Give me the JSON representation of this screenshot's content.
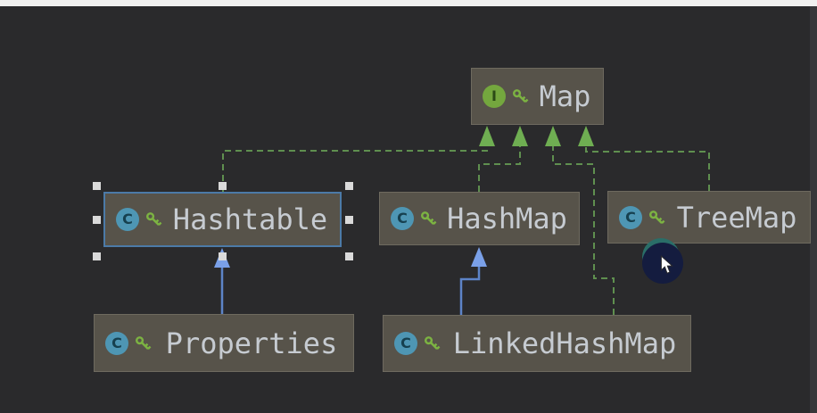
{
  "app": {
    "view": "uml-class-diagram",
    "theme": "darcula"
  },
  "icons": {
    "class_letter": "C",
    "interface_letter": "I",
    "key_icon": "key-icon (public visibility)",
    "cursor_icon": "mouse-pointer"
  },
  "nodes": {
    "map": {
      "label": "Map",
      "type": "interface",
      "selected": false
    },
    "hashtable": {
      "label": "Hashtable",
      "type": "class",
      "selected": true
    },
    "hashmap": {
      "label": "HashMap",
      "type": "class",
      "selected": false
    },
    "treemap": {
      "label": "TreeMap",
      "type": "class",
      "selected": false
    },
    "properties": {
      "label": "Properties",
      "type": "class",
      "selected": false
    },
    "linkedhashmap": {
      "label": "LinkedHashMap",
      "type": "class",
      "selected": false
    }
  },
  "relationships": [
    {
      "from": "Hashtable",
      "to": "Map",
      "type": "implements",
      "line": "dashed-green"
    },
    {
      "from": "HashMap",
      "to": "Map",
      "type": "implements",
      "line": "dashed-green"
    },
    {
      "from": "LinkedHashMap",
      "to": "Map",
      "type": "implements",
      "line": "dashed-green"
    },
    {
      "from": "TreeMap",
      "to": "Map",
      "type": "implements",
      "line": "dashed-green"
    },
    {
      "from": "Properties",
      "to": "Hashtable",
      "type": "extends",
      "line": "solid-blue"
    },
    {
      "from": "LinkedHashMap",
      "to": "HashMap",
      "type": "extends",
      "line": "solid-blue"
    }
  ],
  "colors": {
    "background": "#2a2a2c",
    "node_fill": "#57534a",
    "node_border": "#6e6a5f",
    "selected_border": "#4c7aa8",
    "label_text": "#c6cbd1",
    "implements_edge": "#5f8f4f",
    "implements_arrowhead": "#6fae52",
    "extends_edge": "#5d84c8",
    "extends_arrowhead": "#7aa0e8",
    "class_icon": "#4e96b4",
    "interface_icon": "#74a73e",
    "key_icon": "#7cb342",
    "top_strip": "#f0f0f0",
    "click_indicator_navy": "#141c3f",
    "click_indicator_teal": "#2a6e68"
  }
}
